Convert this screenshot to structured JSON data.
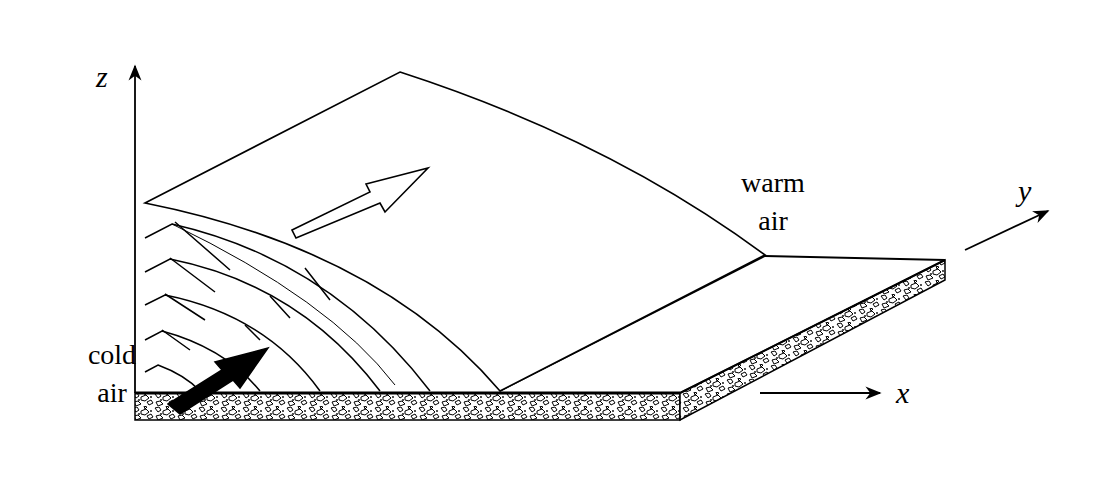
{
  "diagram": {
    "labels": [
      "z",
      "cold air",
      "warm air",
      "y",
      "x"
    ]
  }
}
